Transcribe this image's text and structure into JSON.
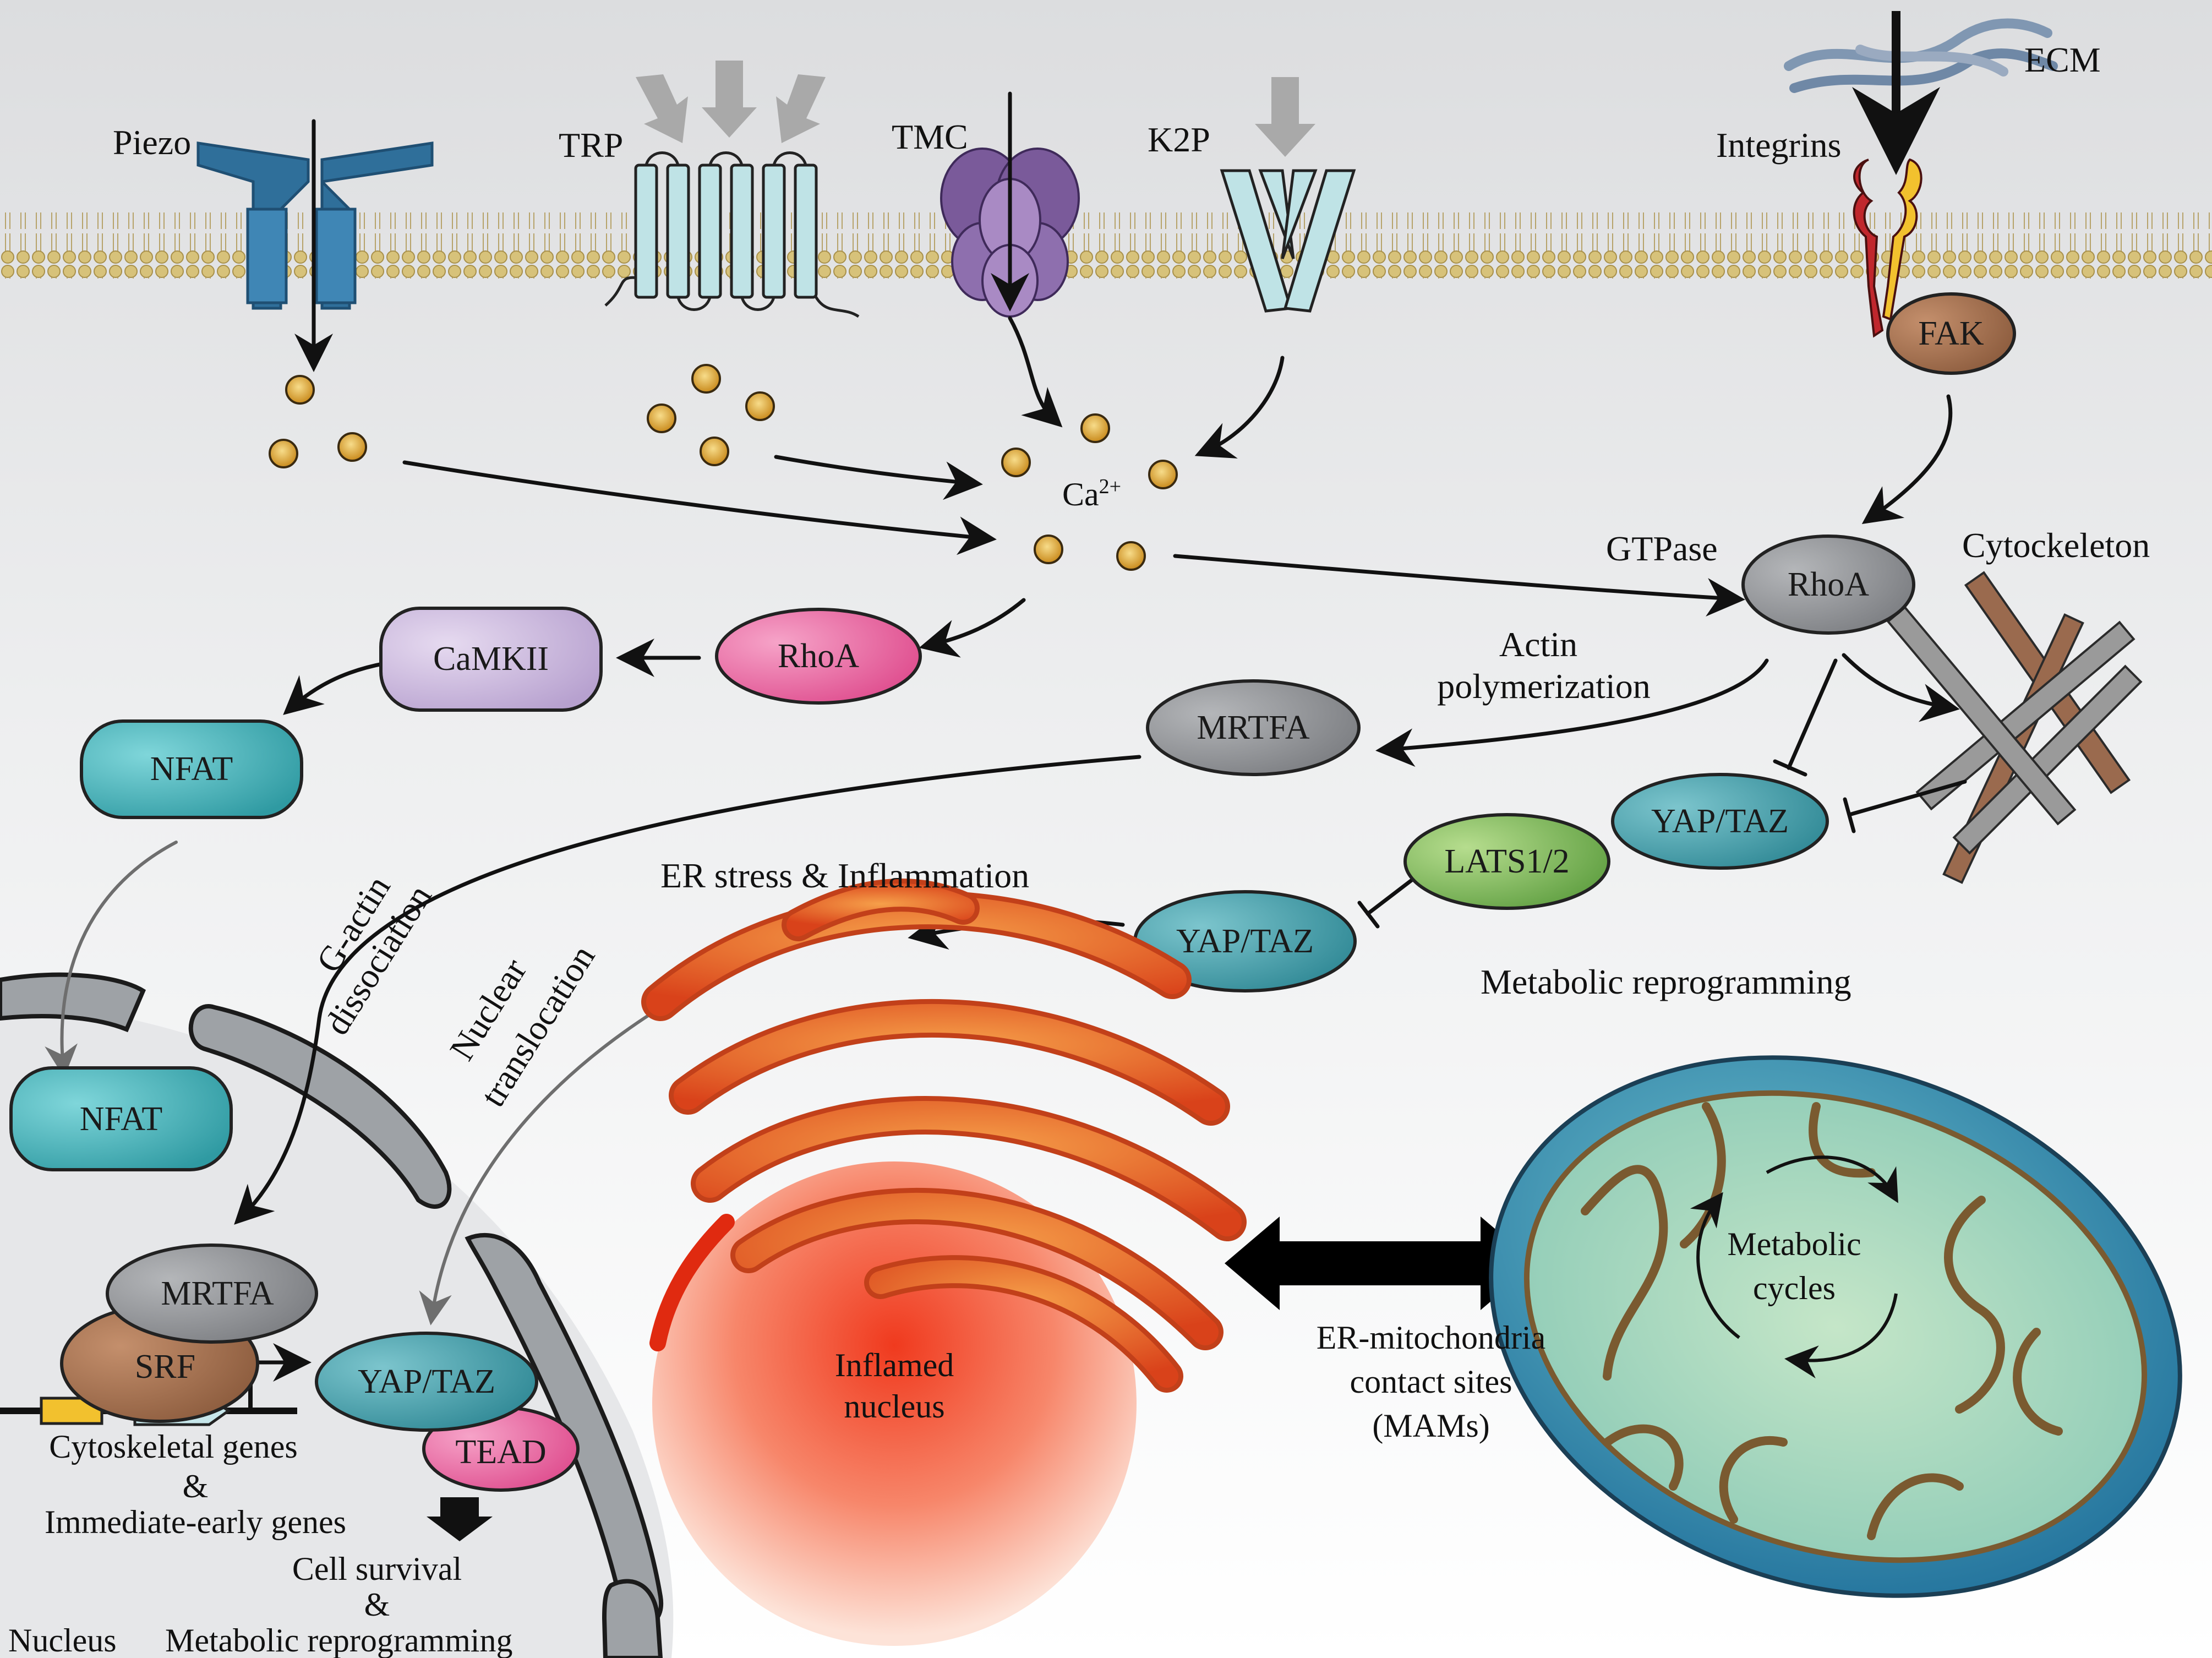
{
  "labels": {
    "piezo": "Piezo",
    "trp": "TRP",
    "tmc": "TMC",
    "k2p": "K2P",
    "ecm": "ECM",
    "integrins": "Integrins",
    "fak": "FAK",
    "calcium": "Ca",
    "calcium_sup": "2+",
    "gtpase": "GTPase",
    "rhoa_main": "RhoA",
    "cytoskeleton": "Cytockeleton",
    "camkii": "CaMKII",
    "rhoa_small": "RhoA",
    "nfat_cyto": "NFAT",
    "actin_line1": "Actin",
    "actin_line2": "polymerization",
    "mrtfa_cyto": "MRTFA",
    "yaptaz_upper": "YAP/TAZ",
    "lats": "LATS1/2",
    "yaptaz_lower": "YAP/TAZ",
    "g_actin_line1": "G-actin",
    "g_actin_line2": "dissociation",
    "nuclear_line1": "Nuclear",
    "nuclear_line2": "translocation",
    "er_stress": "ER stress & Inflammation",
    "metabolic_reprog_title": "Metabolic reprogramming",
    "nfat_nuc": "NFAT",
    "mrtfa_nuc": "MRTFA",
    "srf": "SRF",
    "yaptaz_nuc": "YAP/TAZ",
    "tead": "TEAD",
    "cyto_genes": "Cytoskeletal genes",
    "amp1": "&",
    "ie_genes": "Immediate-early genes",
    "cell_survival": "Cell survival",
    "amp2": "&",
    "nucleus": "Nucleus",
    "metabolic_reprog_bottom": "Metabolic reprogramming",
    "inflamed_line1": "Inflamed",
    "inflamed_line2": "nucleus",
    "mams_line1": "ER-mitochondria",
    "mams_line2": "contact sites",
    "mams_line3": "(MAMs)",
    "metabolic_line1": "Metabolic",
    "metabolic_line2": "cycles"
  },
  "colors": {
    "cytoplasm_top": "#d9dadc",
    "membrane_head": "#d7c27a",
    "piezo": "#2f6f9a",
    "trp": "#bfe3e6",
    "tmc": "#7a5a9a",
    "k2p": "#bfe3e6",
    "ecm": "#7f93ad",
    "integrin_red": "#c0272d",
    "integrin_yellow": "#f2c12e",
    "fak": "#a0694a",
    "calcium": "#e3a93a",
    "rhoa_grey": "#8f9194",
    "camkii": "#c8b6db",
    "rhoa_pink": "#e8579a",
    "nfat": "#45bcc2",
    "mrtfa": "#8a8c8f",
    "yaptaz": "#3b9da8",
    "lats": "#7fb85c",
    "tead": "#e8579a",
    "srf": "#9a7a62",
    "er": "#e8682a",
    "nucleus_red": "#f04a2a",
    "mito_outer": "#2d8fa6",
    "mito_inner": "#a6d6b8",
    "cytoskeleton_grey": "#9a9a9a",
    "cytoskeleton_brown": "#9a6a4e"
  }
}
